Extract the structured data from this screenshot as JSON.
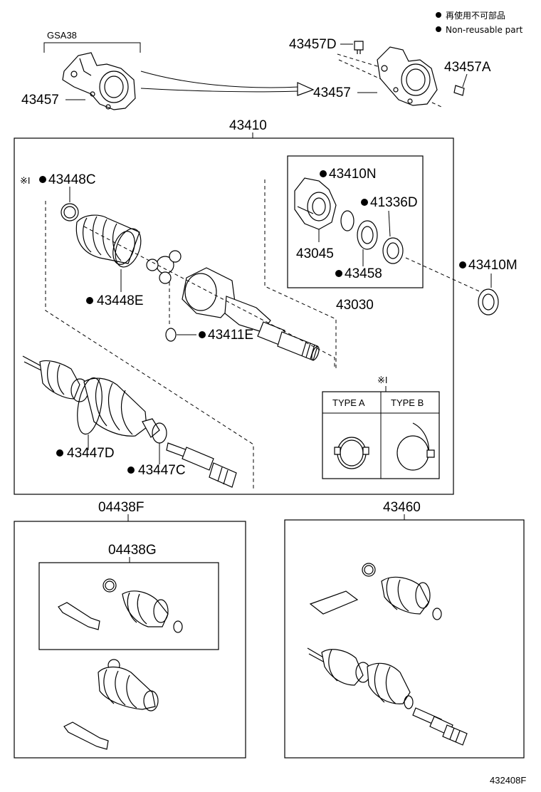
{
  "legend": {
    "line1": "再使用不可部品",
    "line2": "Non-reusable part"
  },
  "labels": {
    "gsa": "GSA38",
    "k43457_left": "43457",
    "k43457D": "43457D",
    "k43457A": "43457A",
    "k43457_right": "43457",
    "k43410": "43410",
    "k43448C": "43448C",
    "k43410N": "43410N",
    "k41336D": "41336D",
    "k43045": "43045",
    "k43458": "43458",
    "k43030": "43030",
    "k43410M": "43410M",
    "k43448E": "43448E",
    "k43411E": "43411E",
    "k43447D": "43447D",
    "k43447C": "43447C",
    "type_a": "TYPE A",
    "type_b": "TYPE B",
    "note_mark_1": "※I",
    "note_mark_2": "※I",
    "k04438F": "04438F",
    "k04438G": "04438G",
    "k43460": "43460",
    "diagram_code": "432408F"
  },
  "symbols": {
    "non_reusable_marker": "filled-dot"
  }
}
